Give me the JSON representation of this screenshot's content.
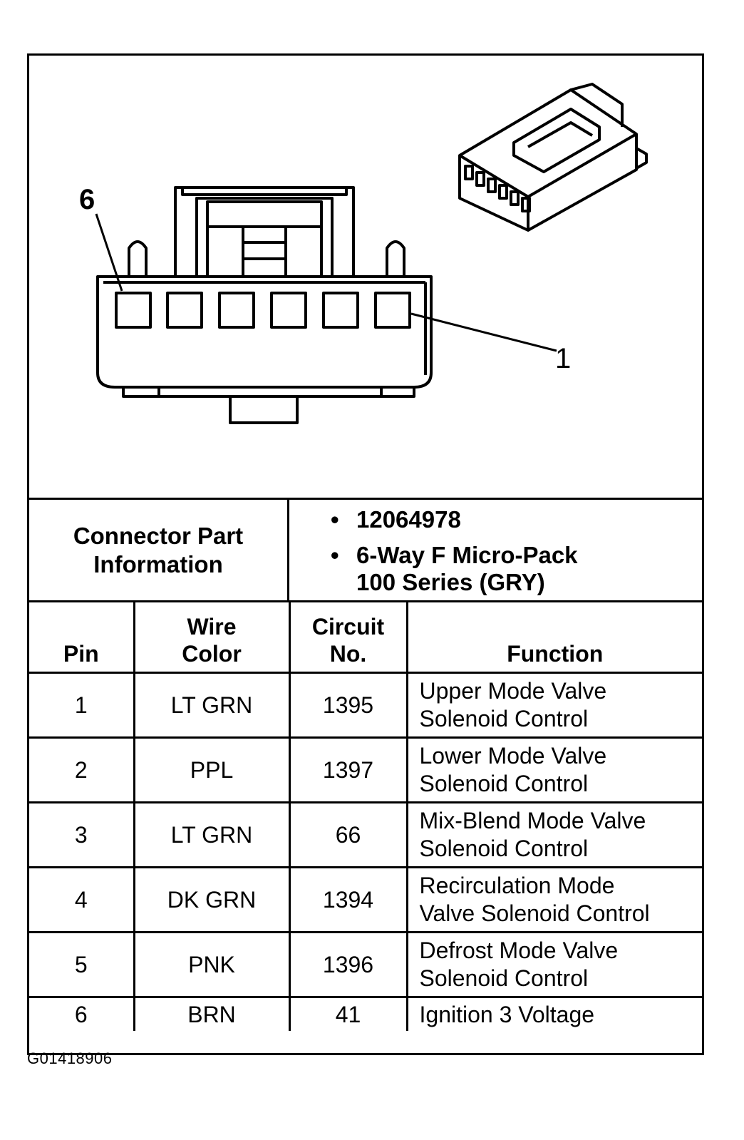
{
  "diagram": {
    "pin_label_left": "6",
    "pin_label_right": "1"
  },
  "connector_info": {
    "label_line1": "Connector Part",
    "label_line2": "Information",
    "bullet": "•",
    "part_number": "12064978",
    "description_line1": "6-Way F Micro-Pack",
    "description_line2": "100 Series (GRY)"
  },
  "table": {
    "headers": {
      "pin": "Pin",
      "wire_color_line1": "Wire",
      "wire_color_line2": "Color",
      "circuit_line1": "Circuit",
      "circuit_line2": "No.",
      "function": "Function"
    },
    "rows": [
      {
        "pin": "1",
        "wire": "LT GRN",
        "circuit": "1395",
        "function_line1": "Upper Mode Valve",
        "function_line2": "Solenoid Control"
      },
      {
        "pin": "2",
        "wire": "PPL",
        "circuit": "1397",
        "function_line1": "Lower Mode Valve",
        "function_line2": "Solenoid Control"
      },
      {
        "pin": "3",
        "wire": "LT GRN",
        "circuit": "66",
        "function_line1": "Mix-Blend Mode Valve",
        "function_line2": "Solenoid Control"
      },
      {
        "pin": "4",
        "wire": "DK GRN",
        "circuit": "1394",
        "function_line1": "Recirculation Mode",
        "function_line2": "Valve Solenoid Control"
      },
      {
        "pin": "5",
        "wire": "PNK",
        "circuit": "1396",
        "function_line1": "Defrost Mode Valve",
        "function_line2": "Solenoid Control"
      },
      {
        "pin": "6",
        "wire": "BRN",
        "circuit": "41",
        "function_line1": "Ignition 3 Voltage",
        "function_line2": ""
      }
    ]
  },
  "figure_code": "G01418906"
}
